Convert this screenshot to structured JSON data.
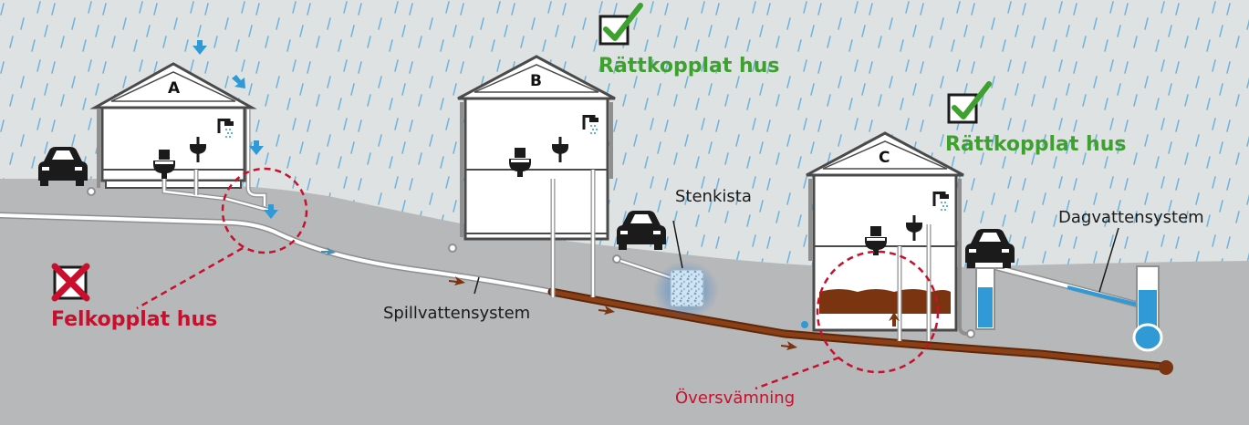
{
  "houses": [
    {
      "letter": "A"
    },
    {
      "letter": "B"
    },
    {
      "letter": "C"
    }
  ],
  "labels": {
    "correct_b": "Rättkopplat hus",
    "correct_c": "Rättkopplat hus",
    "wrong": "Felkopplat hus",
    "stenkista": "Stenkista",
    "dagvatten": "Dagvattensystem",
    "spillvatten": "Spillvattensystem",
    "flood": "Översvämning"
  },
  "colors": {
    "ground": "#b6b8b9",
    "sky": "#dfe2e3",
    "rain": "#4aa8dc",
    "sewage": "#7a3410",
    "storm_water": "#2f9ad6",
    "ok_green": "#3ea12f",
    "error_red": "#c8102e"
  }
}
